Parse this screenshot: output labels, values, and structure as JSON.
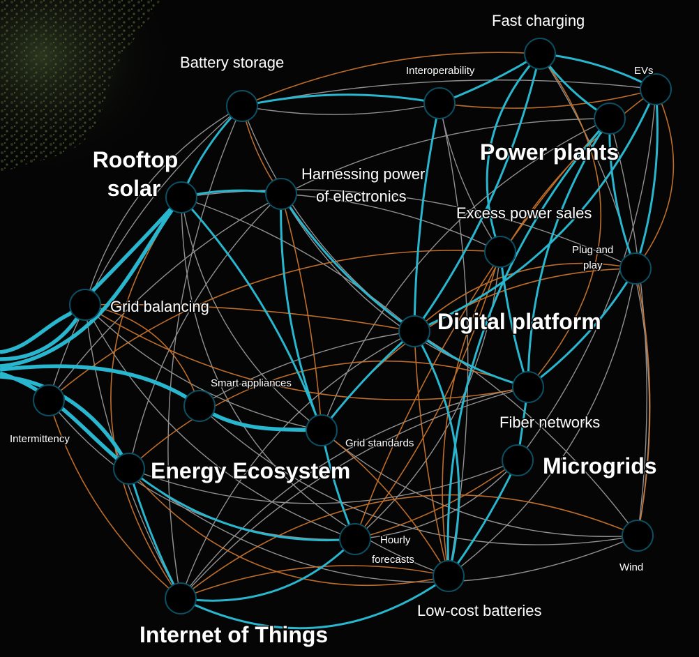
{
  "colors": {
    "background": "#050505",
    "node": "#117a93",
    "edge_teal": "#29b7cf",
    "edge_orange": "#d0792f",
    "edge_grey": "#b4b4b4",
    "label": "#ffffff"
  },
  "nodes": {
    "fast_charging": "Fast charging",
    "battery_storage": "Battery storage",
    "interoperability": "Interoperability",
    "evs": "EVs",
    "power_plants": "Power plants",
    "rooftop_solar": [
      "Rooftop",
      "solar"
    ],
    "harnessing_power": [
      "Harnessing  power",
      "of electronics"
    ],
    "excess_power_sales": "Excess power sales",
    "plug_and_play": [
      "Plug and",
      "play"
    ],
    "grid_balancing": "Grid balancing",
    "digital_platform": "Digital platform",
    "smart_appliances": "Smart appliances",
    "fiber_networks": "Fiber networks",
    "intermittency": "Intermittency",
    "grid_standards": "Grid standards",
    "microgrids": "Microgrids",
    "energy_ecosystem": "Energy Ecosystem",
    "hourly_forecasts": [
      "Hourly",
      "forecasts"
    ],
    "wind": "Wind",
    "low_cost_batteries": "Low-cost batteries",
    "internet_of_things": "Internet of Things"
  }
}
